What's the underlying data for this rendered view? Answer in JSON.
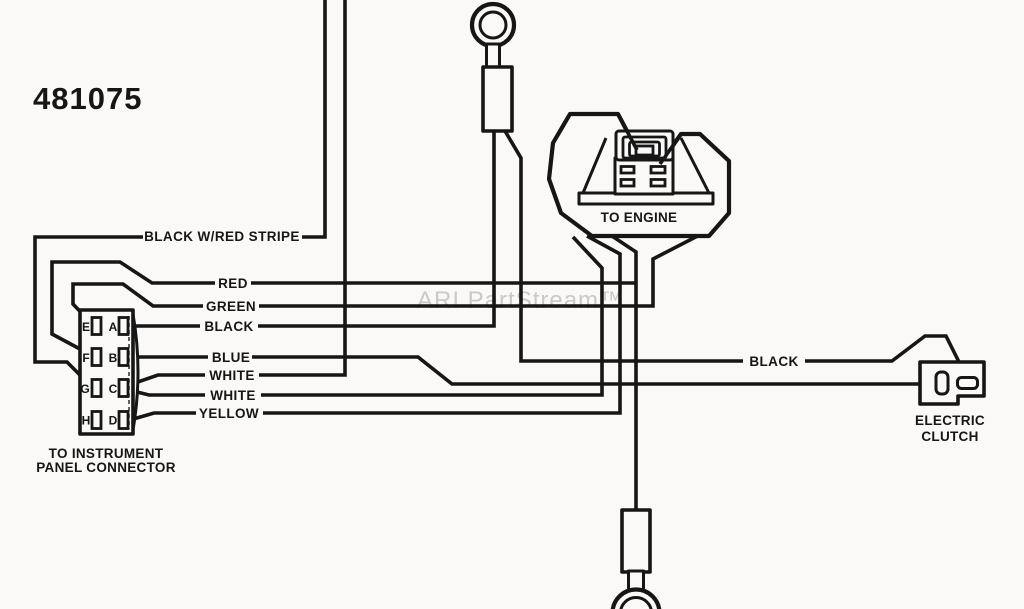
{
  "diagram": {
    "part_number": "481075",
    "watermark": "ARI PartStream™"
  },
  "wire_labels": {
    "black_w_red_stripe": "BLACK W/RED STRIPE",
    "red": "RED",
    "green": "GREEN",
    "black": "BLACK",
    "blue": "BLUE",
    "white_upper": "WHITE",
    "white_lower": "WHITE",
    "yellow": "YELLOW",
    "clutch_black": "BLACK"
  },
  "connectors": {
    "instrument_panel": {
      "caption_line1": "TO INSTRUMENT",
      "caption_line2": "PANEL CONNECTOR",
      "pins_left": [
        "E",
        "F",
        "G",
        "H"
      ],
      "pins_right": [
        "A",
        "B",
        "C",
        "D"
      ]
    },
    "engine": {
      "caption": "TO ENGINE"
    },
    "electric_clutch": {
      "caption_line1": "ELECTRIC",
      "caption_line2": "CLUTCH"
    }
  },
  "colors": {
    "line": "#161616",
    "background": "#faf9f7",
    "watermark": "#c9c9c9"
  }
}
